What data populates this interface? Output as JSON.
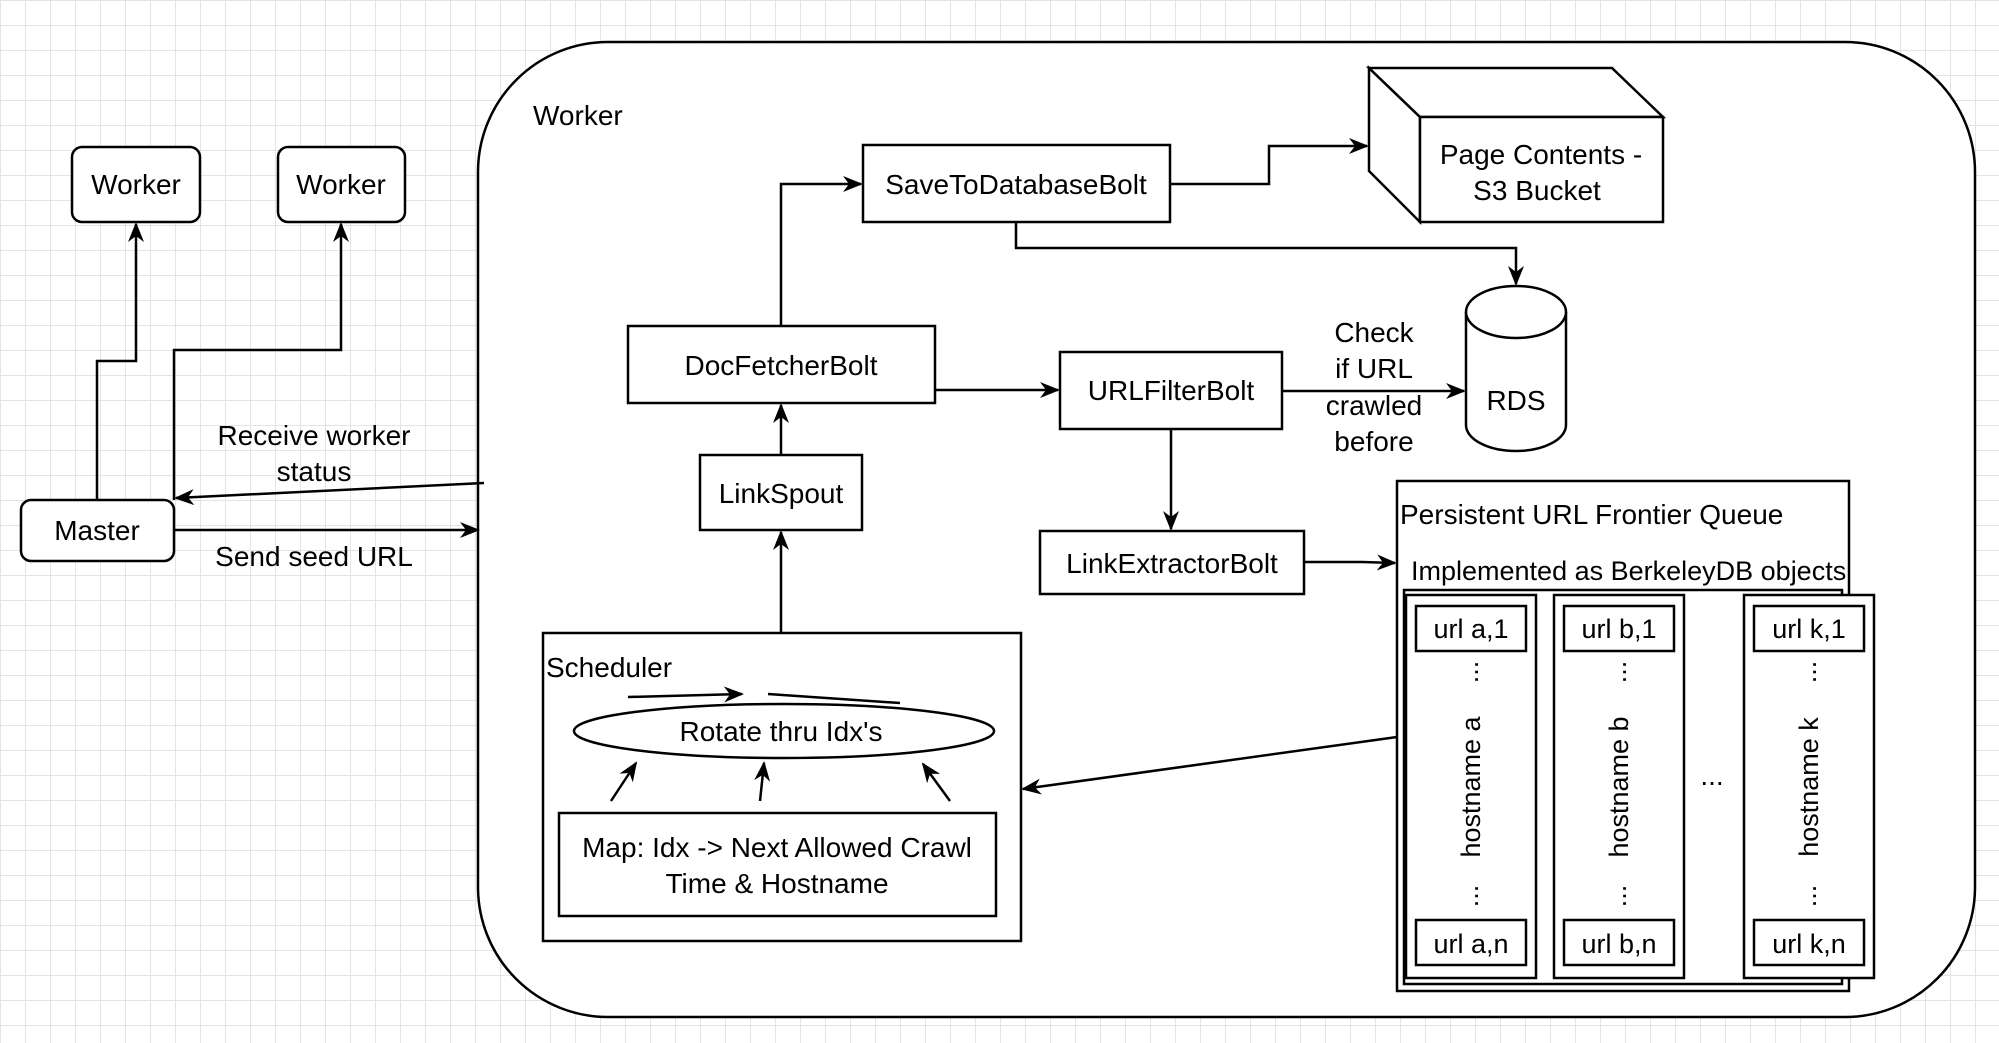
{
  "nodes": {
    "worker_left": "Worker",
    "worker_right": "Worker",
    "master": "Master",
    "worker_container": "Worker",
    "save_to_db_bolt": "SaveToDatabaseBolt",
    "page_contents_line1": "Page Contents -",
    "page_contents_line2": "S3 Bucket",
    "doc_fetcher_bolt": "DocFetcherBolt",
    "url_filter_bolt": "URLFilterBolt",
    "rds": "RDS",
    "link_spout": "LinkSpout",
    "link_extractor_bolt": "LinkExtractorBolt",
    "scheduler": "Scheduler",
    "rotate": "Rotate thru Idx's",
    "map_line1": "Map: Idx -> Next Allowed Crawl",
    "map_line2": "Time & Hostname"
  },
  "edge_labels": {
    "receive_status_line1": "Receive worker",
    "receive_status_line2": "status",
    "send_seed": "Send seed URL",
    "check_line1": "Check",
    "check_line2": "if URL",
    "check_line3": "crawled",
    "check_line4": "before"
  },
  "frontier": {
    "title": "Persistent URL Frontier Queue",
    "subtitle": "Implemented as BerkeleyDB objects",
    "columns": [
      {
        "first": "url a,1",
        "label": "hostname a",
        "last": "url a,n"
      },
      {
        "first": "url b,1",
        "label": "hostname b",
        "last": "url b,n"
      },
      {
        "first": "url k,1",
        "label": "hostname k",
        "last": "url k,n"
      }
    ],
    "ellipsis": "...",
    "between": "..."
  }
}
